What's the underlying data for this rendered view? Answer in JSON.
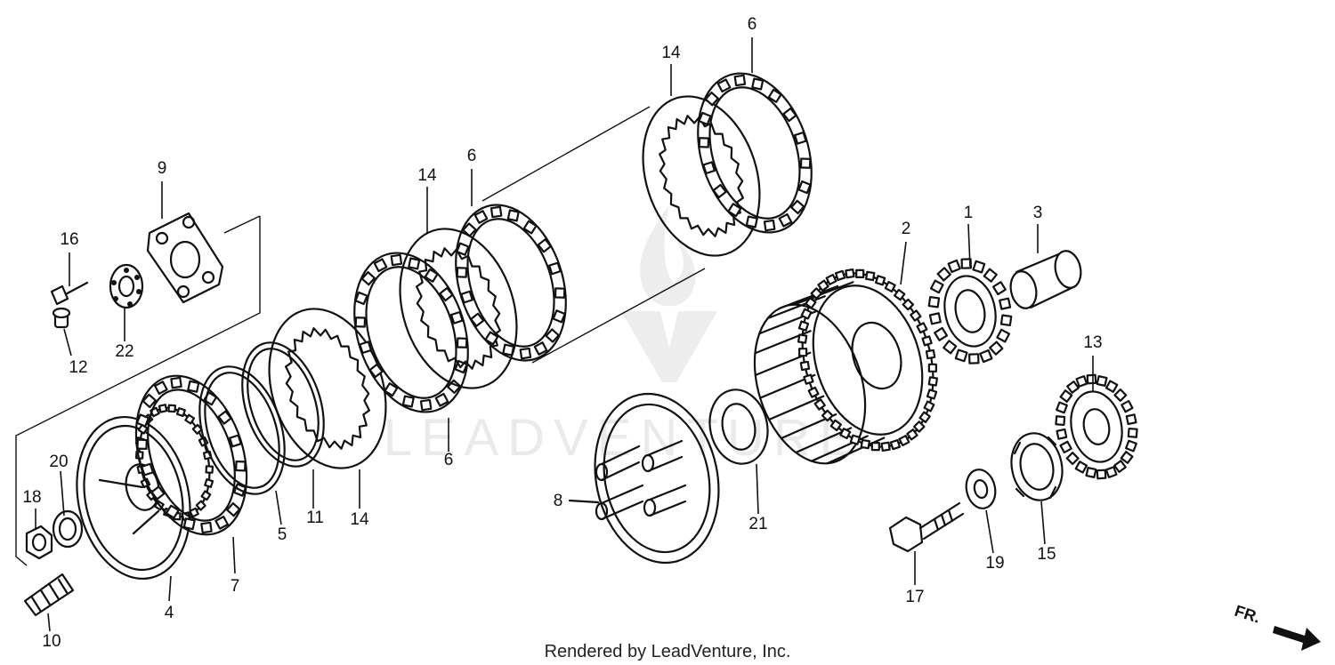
{
  "credit": "Rendered by LeadVenture, Inc.",
  "direction_label": "FR.",
  "watermark_text": "LEADVENTURE",
  "ink_color": "#111111",
  "background_color": "#ffffff",
  "callouts": {
    "c1": "1",
    "c2": "2",
    "c3": "3",
    "c4": "4",
    "c5": "5",
    "c6a": "6",
    "c6b": "6",
    "c6c": "6",
    "c7": "7",
    "c8": "8",
    "c9": "9",
    "c10": "10",
    "c11": "11",
    "c12": "12",
    "c13": "13",
    "c14a": "14",
    "c14b": "14",
    "c14c": "14",
    "c15": "15",
    "c16": "16",
    "c17": "17",
    "c18": "18",
    "c19": "19",
    "c20": "20",
    "c21": "21",
    "c22": "22"
  }
}
